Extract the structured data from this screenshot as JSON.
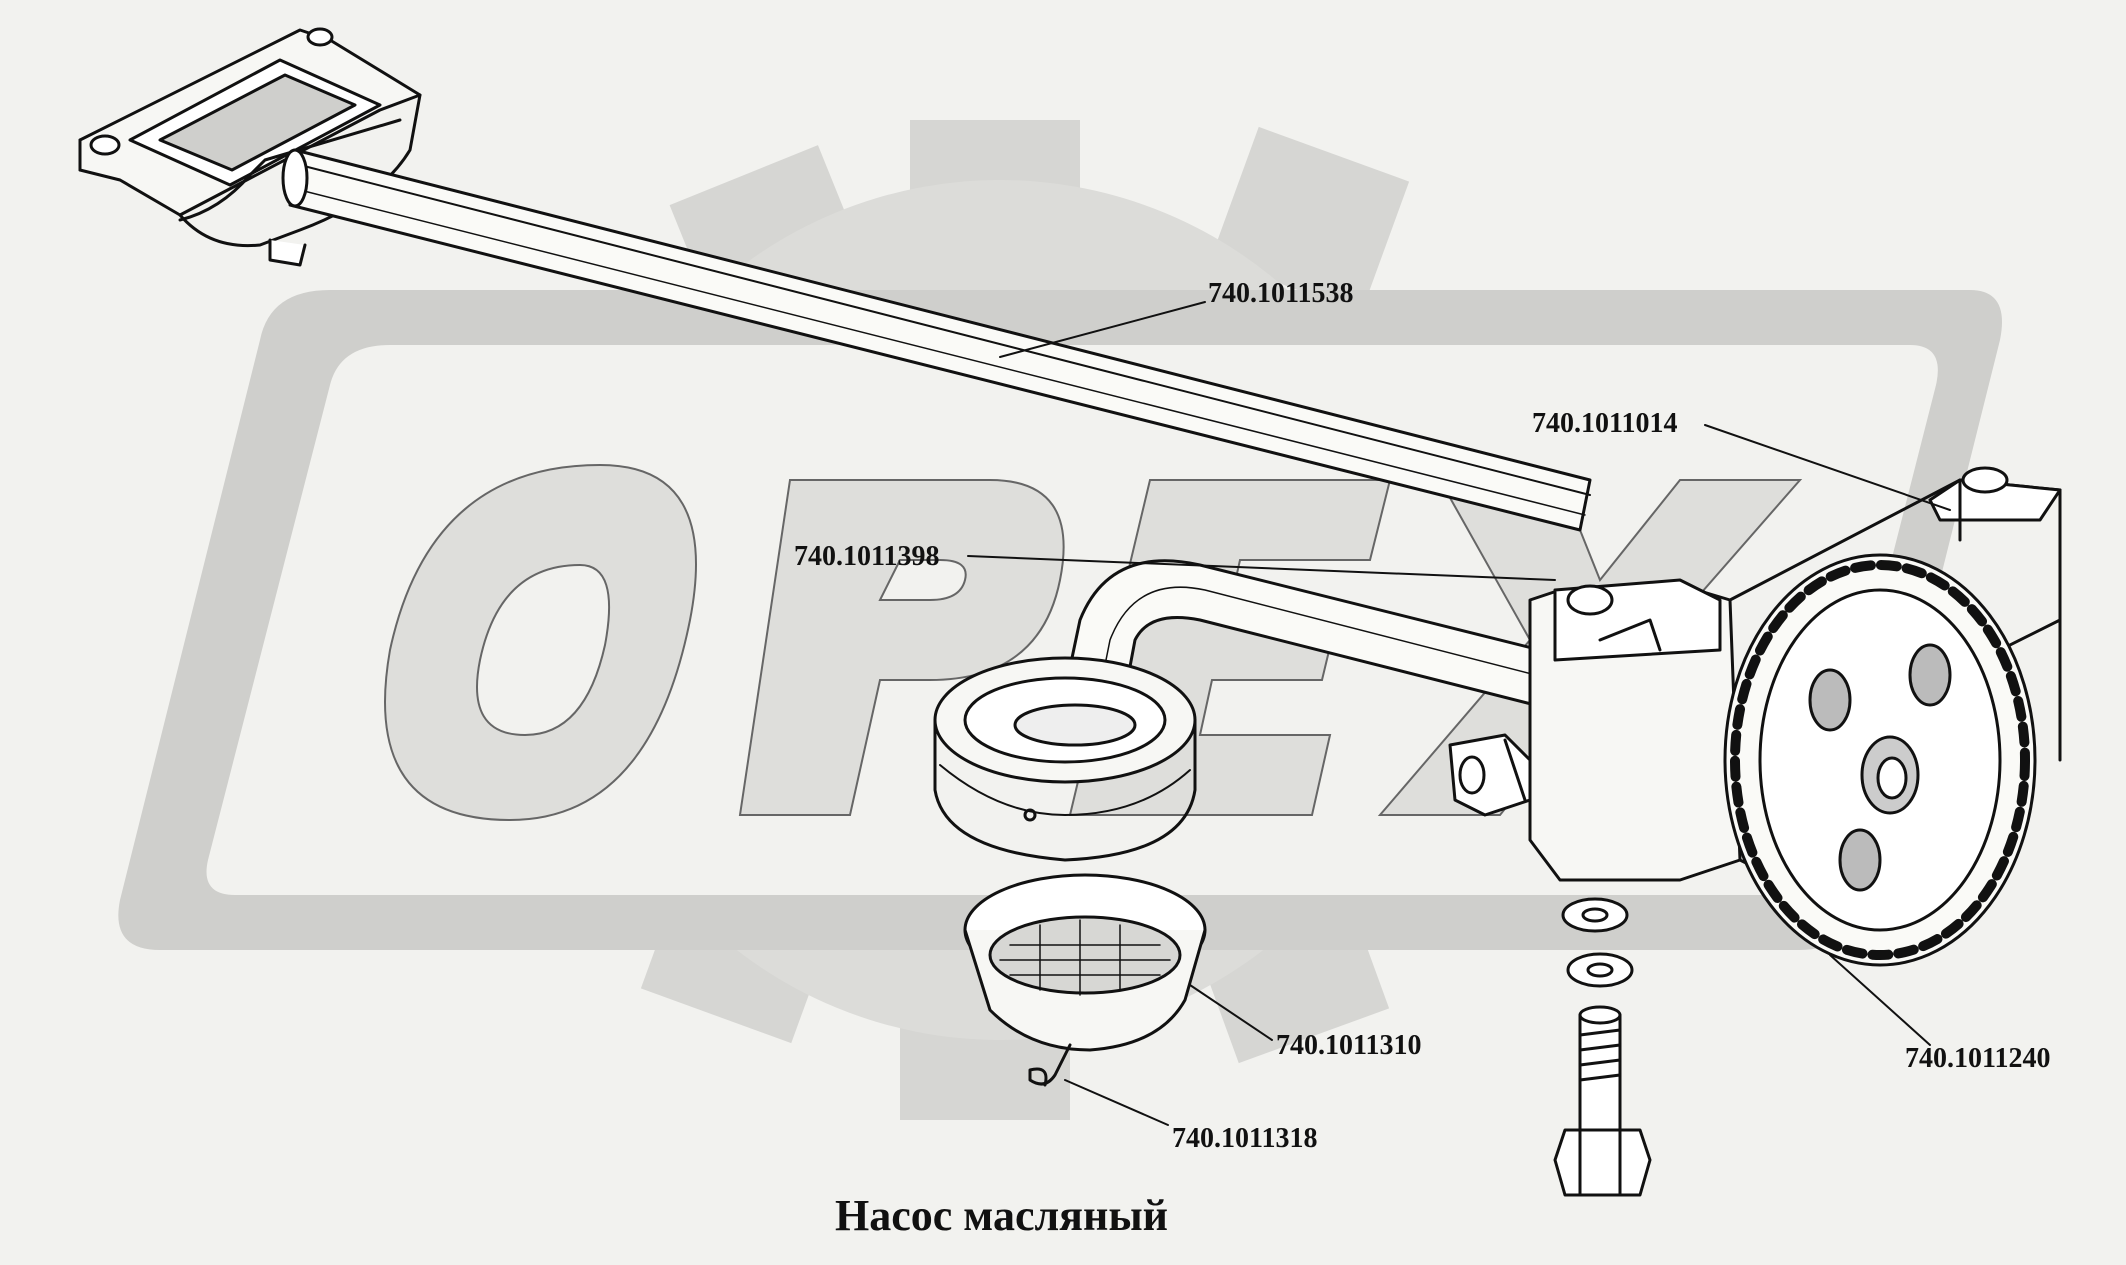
{
  "watermark": {
    "text": "ОРЕХ",
    "color": "#d4d4d1"
  },
  "line_color": "#111111",
  "callouts": [
    {
      "id": "pipe",
      "label": "740.1011538"
    },
    {
      "id": "pump-housing",
      "label": "740.1011014"
    },
    {
      "id": "intake-tube",
      "label": "740.1011398"
    },
    {
      "id": "strainer",
      "label": "740.1011310"
    },
    {
      "id": "spring-clip",
      "label": "740.1011318"
    },
    {
      "id": "drive-gear",
      "label": "740.1011240"
    }
  ],
  "caption": "Насос масляный"
}
